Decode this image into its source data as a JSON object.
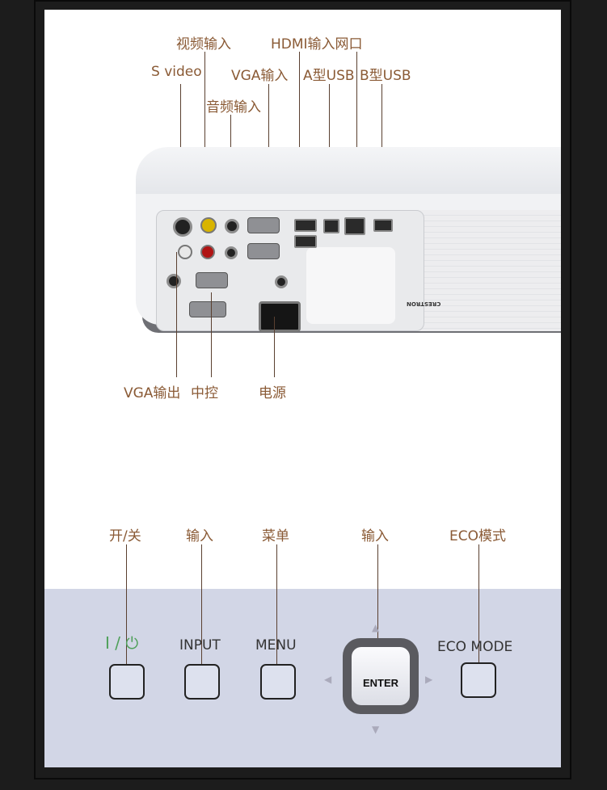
{
  "top_labels": {
    "video_in": "视频输入",
    "hdmi_in": "HDMI输入网口",
    "s_video": "S video",
    "vga_in": "VGA输入",
    "usb_a": "A型USB",
    "usb_b": "B型USB",
    "audio_in": "音频输入",
    "vga_out": "VGA输出",
    "control": "中控",
    "power": "电源"
  },
  "projector": {
    "brand_logo_text": "CRESTRON"
  },
  "button_labels": {
    "power": "开/关",
    "input": "输入",
    "menu": "菜单",
    "enter": "输入",
    "eco": "ECO模式"
  },
  "control_panel": {
    "power_symbol": "I / ⏻",
    "input_text": "INPUT",
    "menu_text": "MENU",
    "enter_text": "ENTER",
    "eco_text": "ECO MODE"
  },
  "colors": {
    "label": "#8a5a35",
    "line": "#5a4030",
    "power_green": "#4fa05a",
    "panel_bg": "#d2d6e6"
  }
}
